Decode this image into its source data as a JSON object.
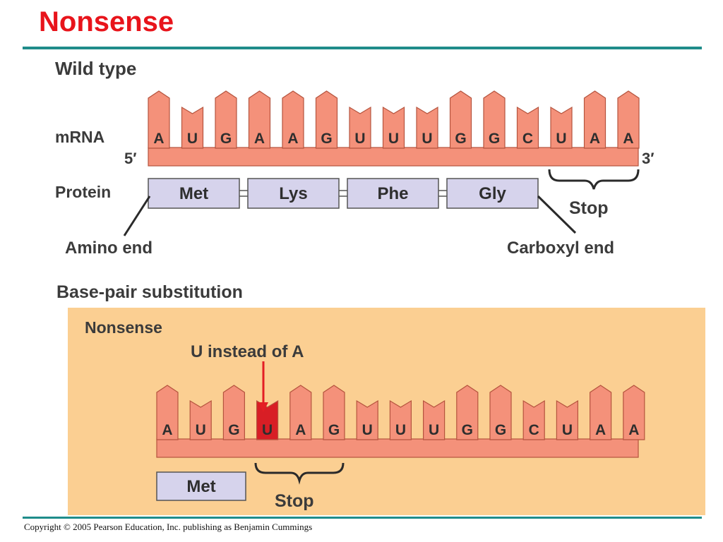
{
  "slide": {
    "title": "Nonsense",
    "footer": "Copyright © 2005 Pearson Education, Inc. publishing as Benjamin Cummings"
  },
  "colors": {
    "title": "#e8141b",
    "rule": "#1f8c8a",
    "strand": "#f4917a",
    "strand_stroke": "#b5543e",
    "amino_acid_box": "#d6d3ec",
    "mutation_panel": "#fbcf92",
    "mutated_base": "#d81e25",
    "arrow": "#e31e24"
  },
  "wild_type": {
    "heading": "Wild type",
    "mrna_label": "mRNA",
    "five_prime": "5′",
    "three_prime": "3′",
    "protein_label": "Protein",
    "bases": [
      "A",
      "U",
      "G",
      "A",
      "A",
      "G",
      "U",
      "U",
      "U",
      "G",
      "G",
      "C",
      "U",
      "A",
      "A"
    ],
    "amino_acids": [
      "Met",
      "Lys",
      "Phe",
      "Gly"
    ],
    "stop_label": "Stop",
    "amino_end_label": "Amino end",
    "carboxyl_end_label": "Carboxyl end"
  },
  "substitution": {
    "heading": "Base-pair substitution",
    "panel_title": "Nonsense",
    "change_label": "U instead of A",
    "bases": [
      "A",
      "U",
      "G",
      "U",
      "A",
      "G",
      "U",
      "U",
      "U",
      "G",
      "G",
      "C",
      "U",
      "A",
      "A"
    ],
    "mutated_index": 3,
    "amino_acids": [
      "Met"
    ],
    "stop_label": "Stop"
  }
}
